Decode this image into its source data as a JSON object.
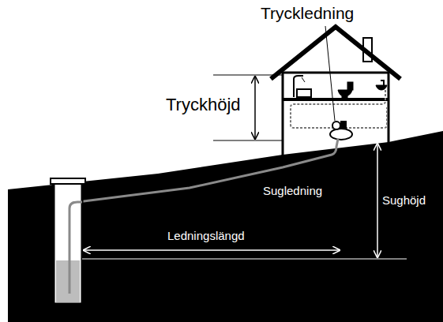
{
  "diagram": {
    "labels": [
      "Tryckledning",
      "Tryckhöjd",
      "Sugledning",
      "Sughöjd",
      "Ledningslängd"
    ]
  }
}
